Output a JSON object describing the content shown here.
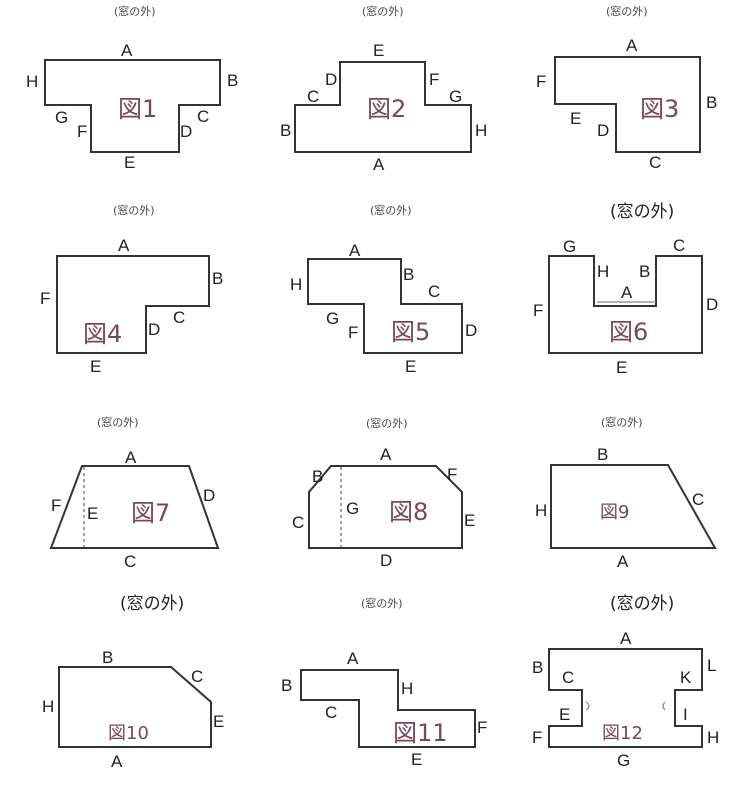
{
  "window_label": "(窓の外)",
  "colors": {
    "outline": "#333333",
    "figure_label": "#7a4755"
  },
  "figures": [
    {
      "title": "図1",
      "edges": [
        "A",
        "B",
        "C",
        "D",
        "E",
        "F",
        "G",
        "H"
      ]
    },
    {
      "title": "図2",
      "edges": [
        "A",
        "B",
        "C",
        "D",
        "E",
        "F",
        "G",
        "H"
      ]
    },
    {
      "title": "図3",
      "edges": [
        "A",
        "B",
        "C",
        "D",
        "E",
        "F"
      ]
    },
    {
      "title": "図4",
      "edges": [
        "A",
        "B",
        "C",
        "D",
        "E",
        "F"
      ]
    },
    {
      "title": "図5",
      "edges": [
        "A",
        "B",
        "C",
        "D",
        "E",
        "F",
        "G",
        "H"
      ]
    },
    {
      "title": "図6",
      "edges": [
        "A",
        "B",
        "C",
        "D",
        "E",
        "F",
        "G",
        "H"
      ]
    },
    {
      "title": "図7",
      "edges": [
        "A",
        "C",
        "D",
        "E",
        "F"
      ]
    },
    {
      "title": "図8",
      "edges": [
        "A",
        "B",
        "C",
        "D",
        "E",
        "F",
        "G"
      ]
    },
    {
      "title": "図9",
      "edges": [
        "A",
        "B",
        "C",
        "H"
      ]
    },
    {
      "title": "図10",
      "edges": [
        "A",
        "B",
        "C",
        "E",
        "H"
      ]
    },
    {
      "title": "図11",
      "edges": [
        "A",
        "B",
        "C",
        "E",
        "F",
        "H"
      ]
    },
    {
      "title": "図12",
      "edges": [
        "A",
        "B",
        "C",
        "E",
        "F",
        "G",
        "H",
        "I",
        "K",
        "L"
      ]
    }
  ]
}
